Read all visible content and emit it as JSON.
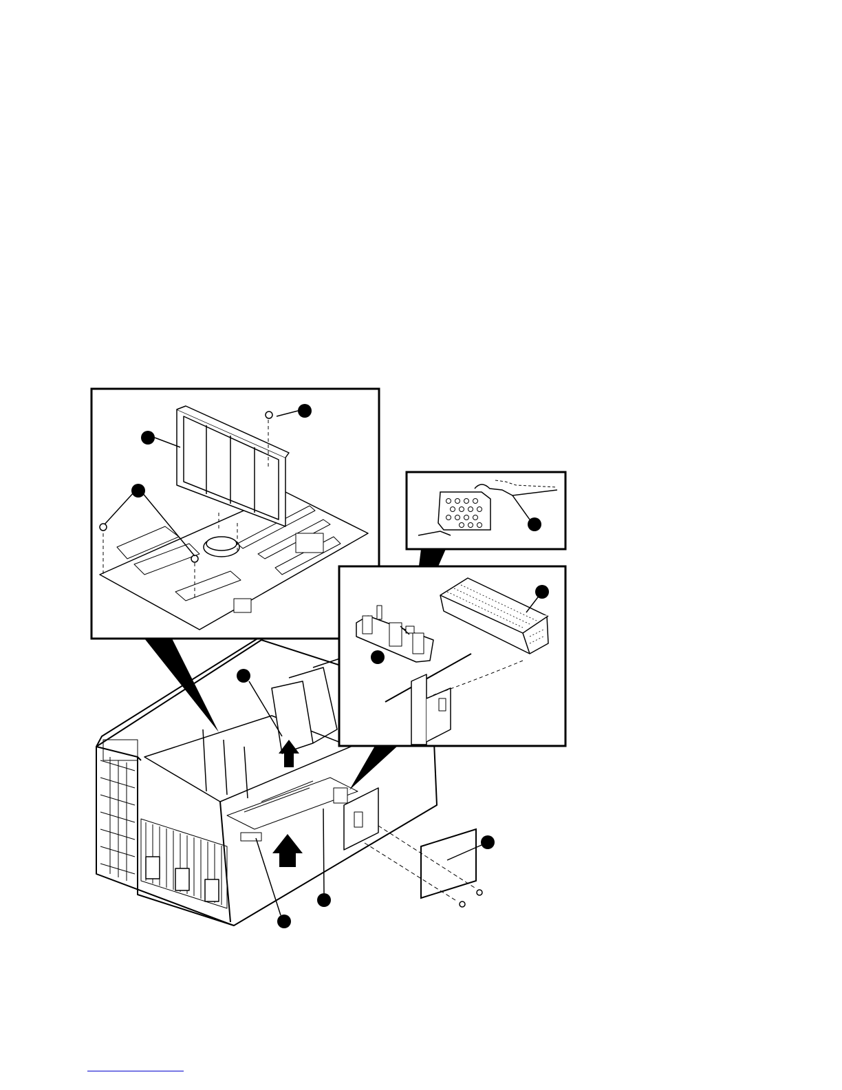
{
  "figure": {
    "line_color": "#000000",
    "background_color": "#ffffff",
    "callout_color": "#000000",
    "panels": [
      "card-cage-detail",
      "shield-clip-detail",
      "connector-bracket-detail",
      "server-chassis"
    ],
    "components": [
      "card-cage",
      "system-board",
      "screw",
      "connector-bracket",
      "emi-shield",
      "access-cover",
      "lift-arrow"
    ]
  },
  "footer": {
    "rule_color": "#0000cc"
  }
}
